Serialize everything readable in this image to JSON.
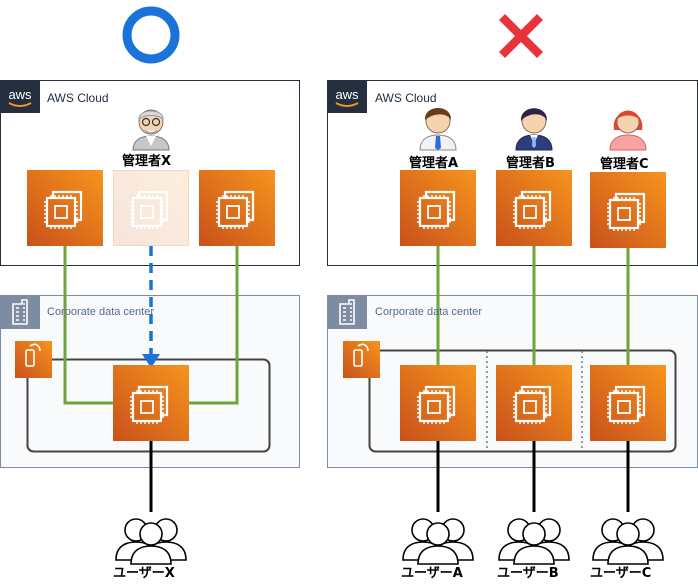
{
  "marks": {
    "ok_symbol": "circle-ok",
    "ng_symbol": "cross-ng",
    "ok_color": "#1a73d8",
    "ng_color": "#e8333a"
  },
  "colors": {
    "ec2_top": "#f7931e",
    "ec2_bottom": "#d0501d",
    "link_green": "#6fa43a",
    "link_blue": "#1a73d8"
  },
  "left": {
    "cloud_label": "AWS Cloud",
    "dc_label": "Corporate data center",
    "admin_label": "管理者X",
    "user_label": "ユーザーX"
  },
  "right": {
    "cloud_label": "AWS Cloud",
    "dc_label": "Corporate data center",
    "admins": [
      "管理者A",
      "管理者B",
      "管理者C"
    ],
    "users": [
      "ユーザーA",
      "ユーザーB",
      "ユーザーC"
    ]
  }
}
